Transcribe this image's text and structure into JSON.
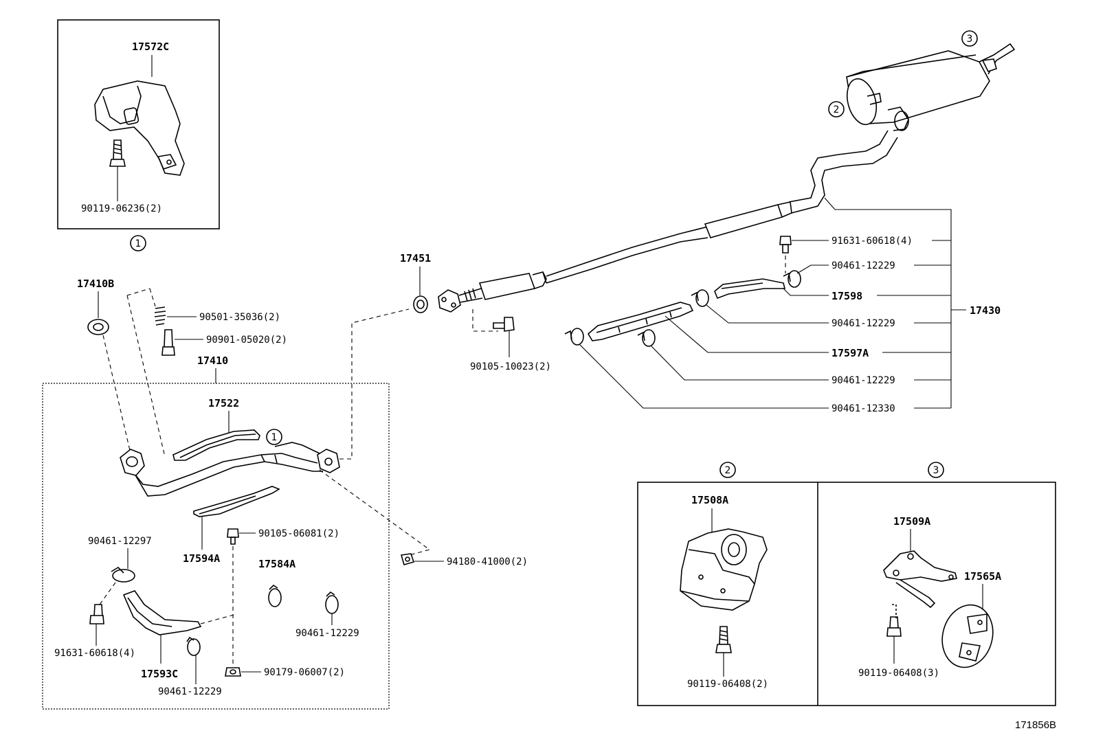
{
  "figure_id": "171856B",
  "callouts": {
    "one": "1",
    "two": "2",
    "three": "3"
  },
  "parts": {
    "p17572C": "17572C",
    "p90119_06236": "90119-06236(2)",
    "p17410B": "17410B",
    "p90501_35036": "90501-35036(2)",
    "p90901_05020": "90901-05020(2)",
    "p17410": "17410",
    "p17522": "17522",
    "p17594A": "17594A",
    "p90105_06081": "90105-06081(2)",
    "p90461_12297": "90461-12297",
    "p17584A": "17584A",
    "p90461_12229_a": "90461-12229",
    "p91631_60618_a": "91631-60618(4)",
    "p17593C": "17593C",
    "p90179_06007": "90179-06007(2)",
    "p90461_12229_b": "90461-12229",
    "p17451": "17451",
    "p90105_10023": "90105-10023(2)",
    "p94180_41000": "94180-41000(2)",
    "p91631_60618_b": "91631-60618(4)",
    "p90461_12229_c": "90461-12229",
    "p17598": "17598",
    "p17430": "17430",
    "p90461_12229_d": "90461-12229",
    "p17597A": "17597A",
    "p90461_12229_e": "90461-12229",
    "p90461_12330": "90461-12330",
    "p17508A": "17508A",
    "p90119_06408_a": "90119-06408(2)",
    "p17509A": "17509A",
    "p17565A": "17565A",
    "p90119_06408_b": "90119-06408(3)"
  }
}
